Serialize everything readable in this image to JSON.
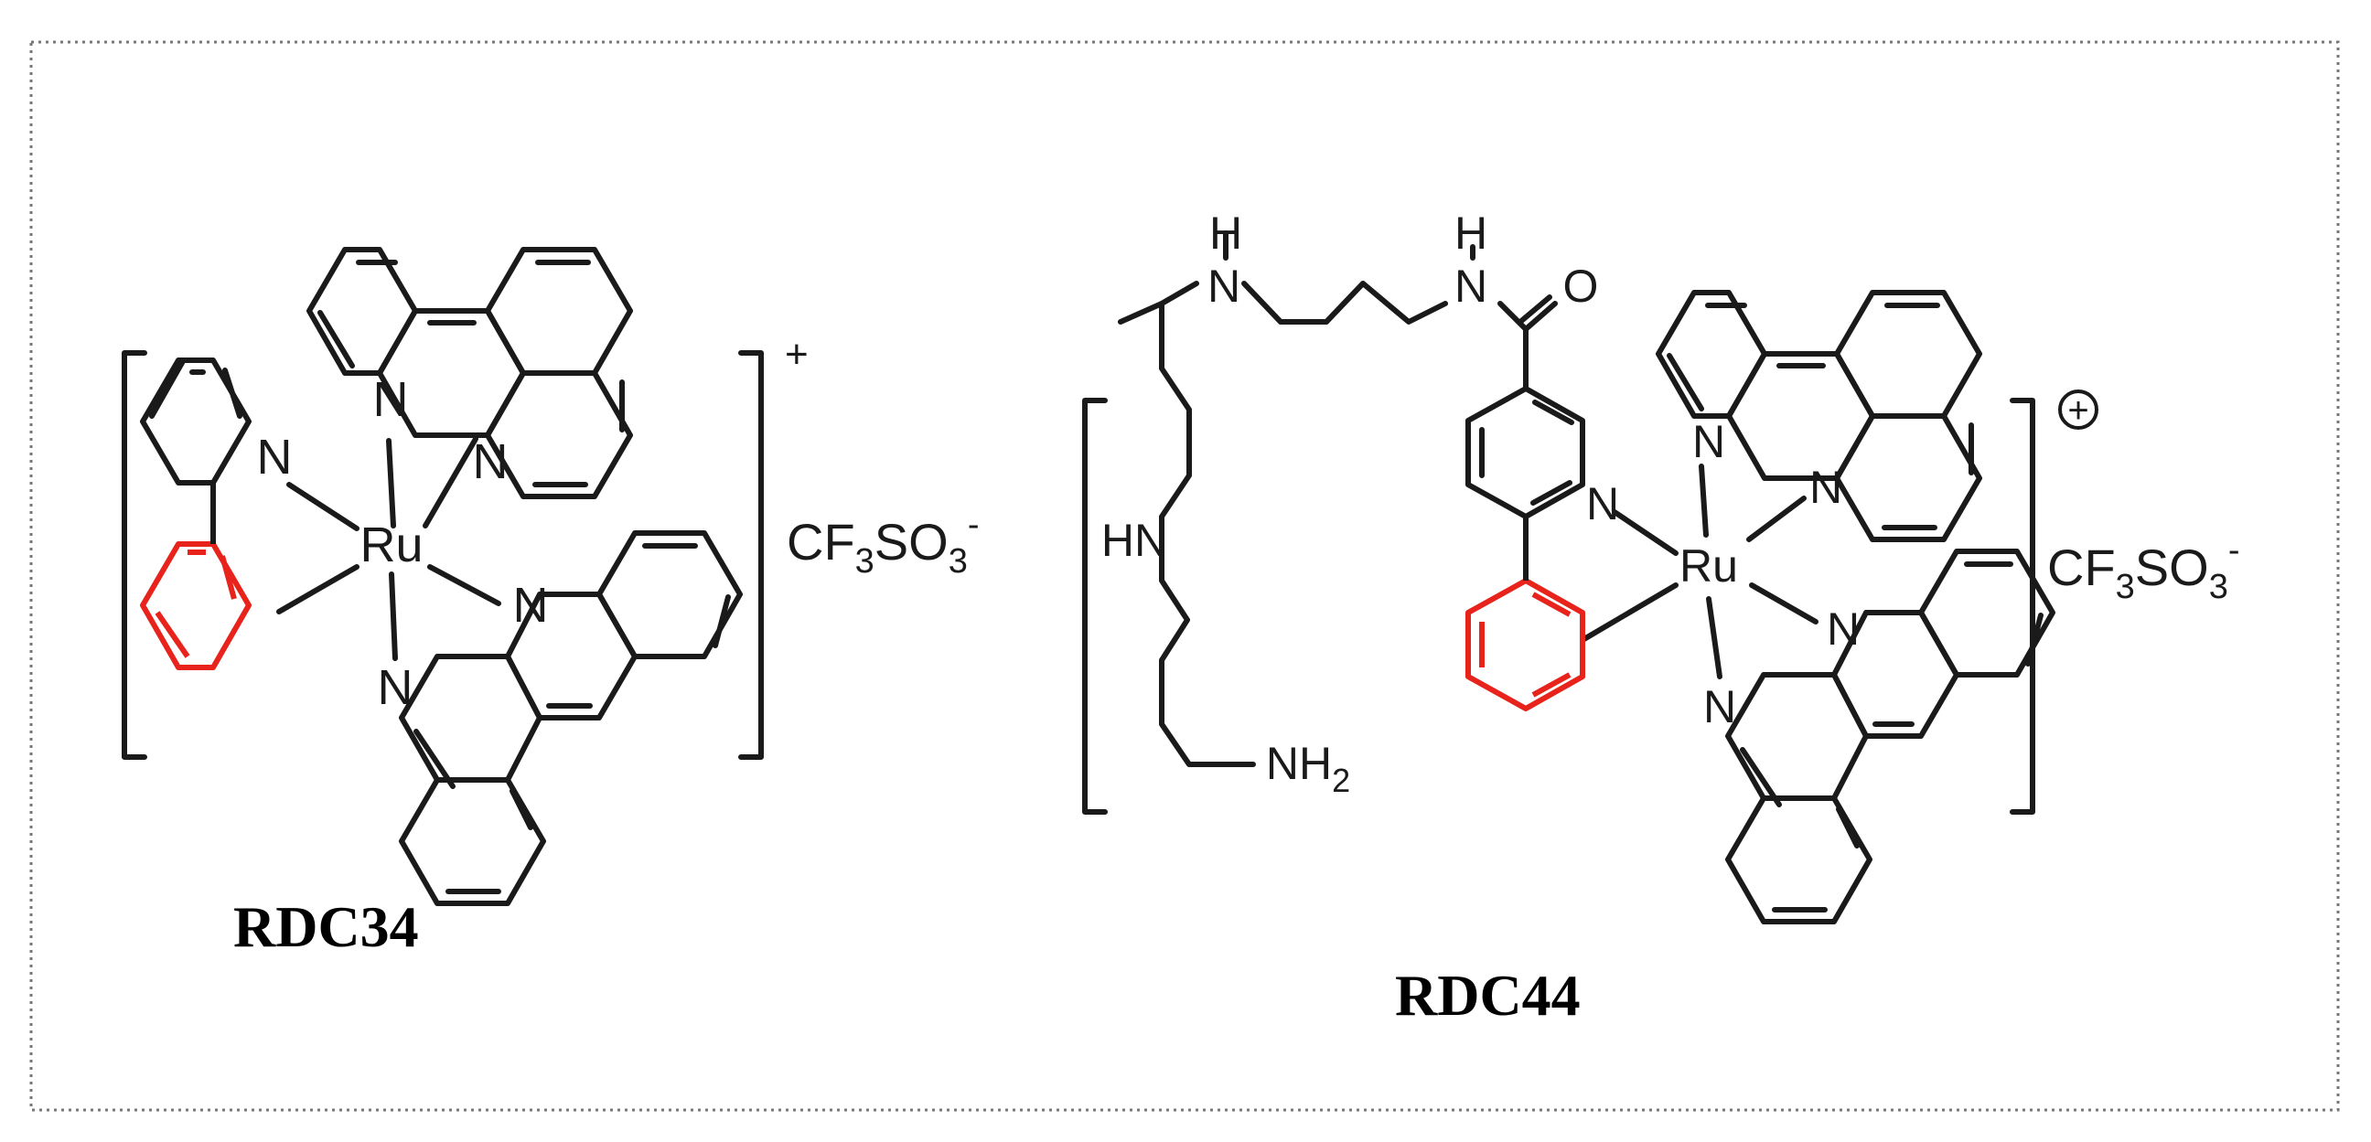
{
  "compounds": [
    {
      "name": "RDC34",
      "charge": "+",
      "counterion": {
        "main": "CF",
        "sub1": "3",
        "mid": "SO",
        "sub2": "3",
        "sup": "-"
      },
      "atoms": {
        "metal": "Ru",
        "n": "N"
      }
    },
    {
      "name": "RDC44",
      "charge": "+",
      "counterion": {
        "main": "CF",
        "sub1": "3",
        "mid": "SO",
        "sub2": "3",
        "sup": "-"
      },
      "atoms": {
        "metal": "Ru",
        "n": "N",
        "nh": "H",
        "hn": "HN",
        "oxygen": "O",
        "amine": "NH",
        "amine_sub": "2"
      }
    }
  ],
  "colors": {
    "highlight": "#e8231c",
    "ink": "#1a1a1a",
    "frame": "#777777"
  }
}
